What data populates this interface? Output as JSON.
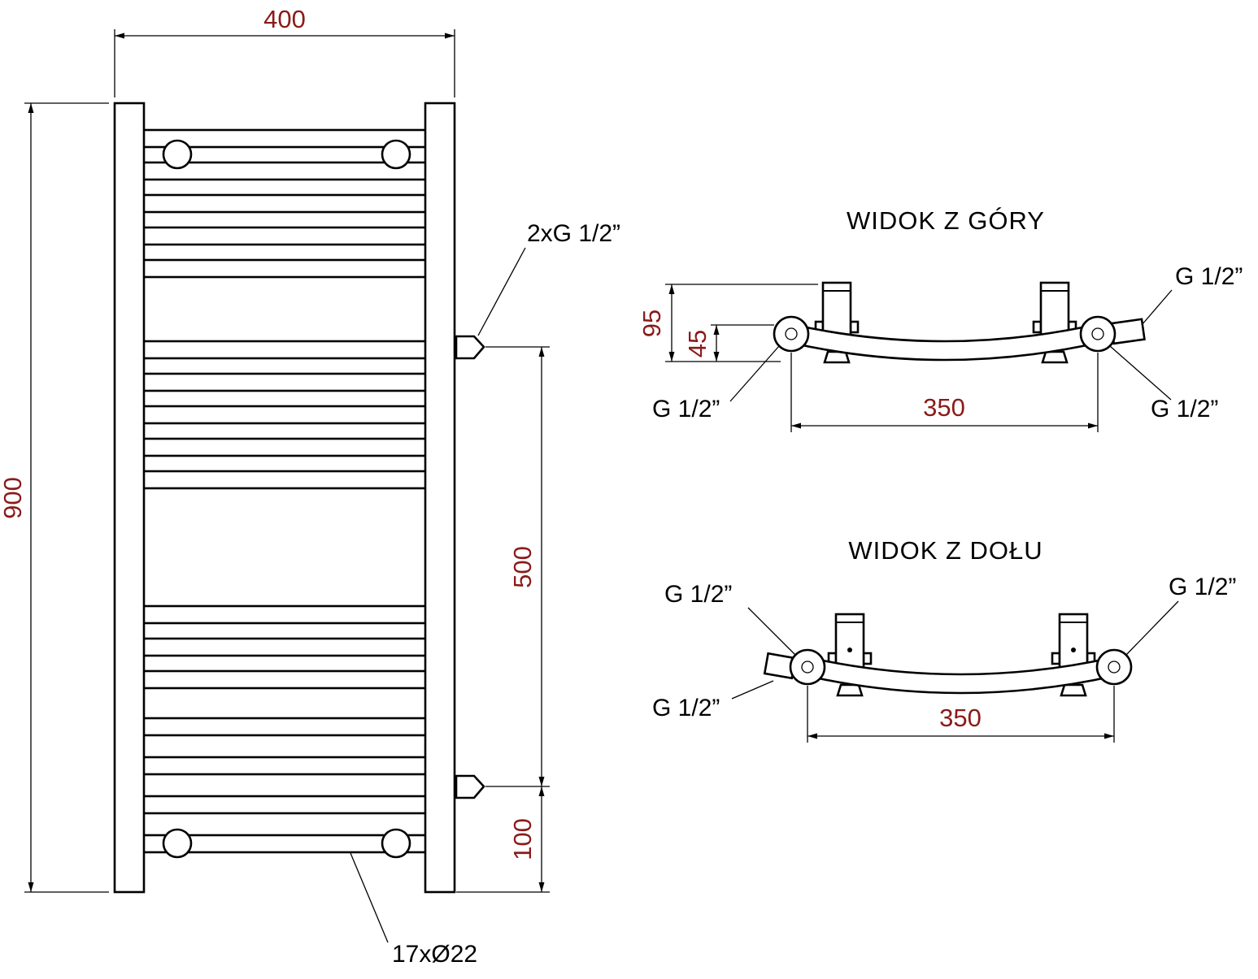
{
  "colors": {
    "line": "#000000",
    "dim_text": "#8b1a1a",
    "label_text": "#000000"
  },
  "front_view": {
    "dim_width": "400",
    "dim_height": "900",
    "dim_port_spacing": "500",
    "dim_bottom_offset": "100",
    "ports_label": "2xG 1/2”",
    "rungs_label": "17xØ22",
    "rung_count": 17
  },
  "top_view": {
    "title": "WIDOK Z GÓRY",
    "dim_depth_overall": "95",
    "dim_depth_axis": "45",
    "dim_connection_spacing": "350",
    "label_side_port": "G 1/2”",
    "label_left_port": "G 1/2”",
    "label_right_port": "G 1/2”"
  },
  "bottom_view": {
    "title": "WIDOK Z DOŁU",
    "dim_connection_spacing": "350",
    "label_left_port": "G 1/2”",
    "label_right_port": "G 1/2”",
    "label_side_port": "G 1/2”"
  }
}
